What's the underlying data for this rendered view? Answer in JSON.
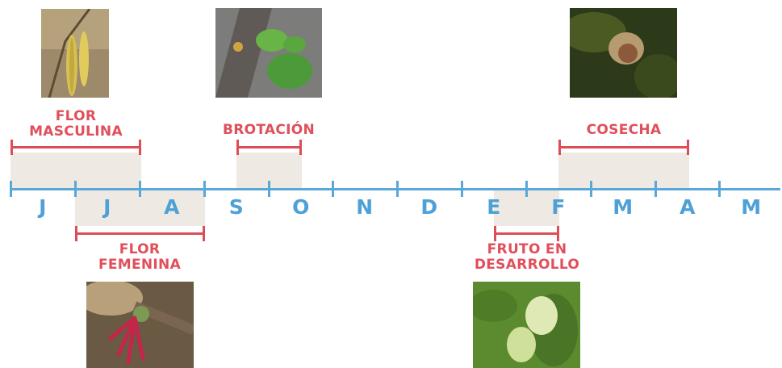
{
  "months": [
    "J",
    "J",
    "A",
    "S",
    "O",
    "N",
    "D",
    "E",
    "F",
    "M",
    "A",
    "M"
  ],
  "phases": {
    "flor_masculina": [
      "FLOR",
      "MASCULINA"
    ],
    "brotacion": "BROTACIÓN",
    "cosecha": "COSECHA",
    "flor_femenina": [
      "FLOR",
      "FEMENINA"
    ],
    "fruto": [
      "FRUTO EN",
      "DESARROLLO"
    ]
  },
  "colors": {
    "axis": "#5aa7d8",
    "phase": "#dd4d58",
    "shade": "#efe9e3"
  },
  "icons": {
    "catkin": "catkin-photo",
    "leaf": "leaf-sprout-photo",
    "harvest": "ripe-hazelnut-photo",
    "female_flower": "female-flower-photo",
    "developing_fruit": "developing-fruit-photo"
  }
}
